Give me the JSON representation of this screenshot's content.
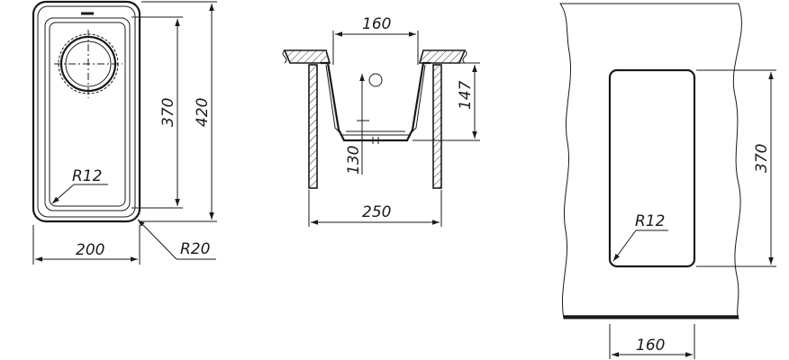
{
  "top_view": {
    "width_label": "200",
    "inner_height_label": "370",
    "outer_height_label": "420",
    "inner_radius_label": "R12",
    "outer_radius_label": "R20"
  },
  "section_view": {
    "bowl_width_label": "160",
    "depth_label": "147",
    "drain_depth_label": "130",
    "cabinet_width_label": "250"
  },
  "cutout_view": {
    "height_label": "370",
    "radius_label": "R12",
    "width_label": "160"
  }
}
